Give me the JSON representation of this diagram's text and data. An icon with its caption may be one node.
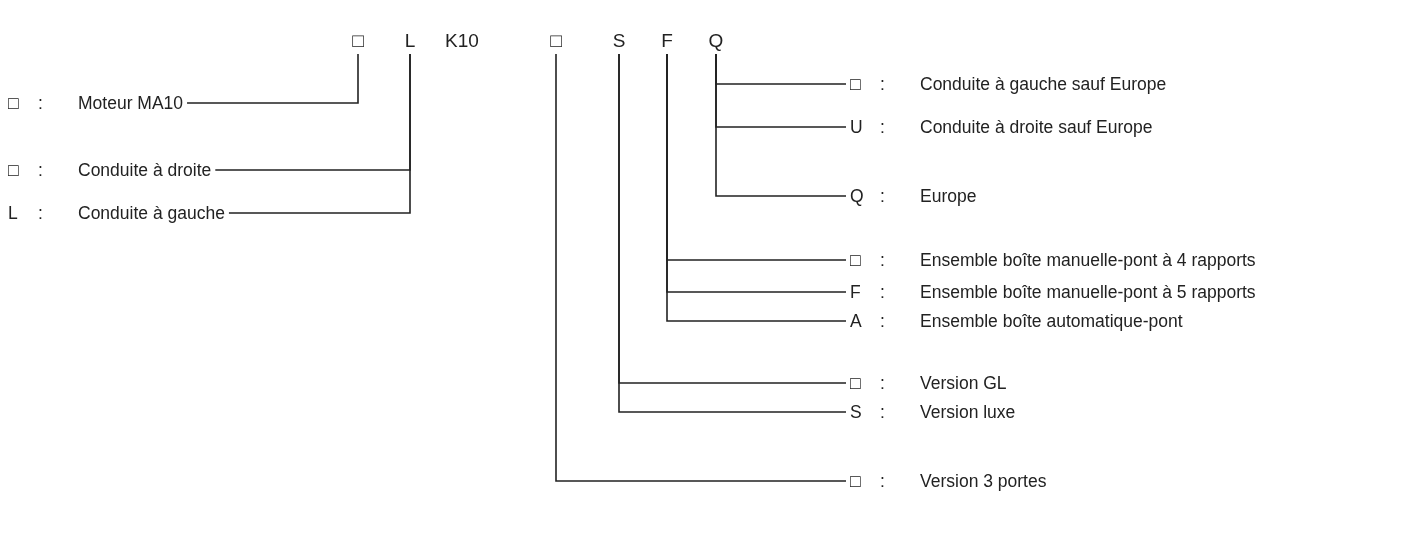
{
  "diagram": {
    "nodes": [
      {
        "text": [
          "□"
        ]
      },
      {
        "text": [
          "L"
        ]
      },
      {
        "text": [
          "K10"
        ]
      },
      {
        "text": [
          "□"
        ]
      },
      {
        "text": [
          "S"
        ]
      },
      {
        "text": [
          "F"
        ]
      },
      {
        "text": [
          "Q"
        ]
      },
      {
        "text": [
          "□",
          ":",
          "Moteur MA10"
        ]
      },
      {
        "text": [
          "□",
          ":",
          "Conduite à droite"
        ]
      },
      {
        "text": [
          "L",
          ":",
          "Conduite à gauche"
        ]
      },
      {
        "text": [
          "□",
          ":",
          "Conduite à gauche sauf Europe"
        ]
      },
      {
        "text": [
          "U",
          ":",
          "Conduite à droite sauf Europe"
        ]
      },
      {
        "text": [
          "Q",
          ":",
          "Europe"
        ]
      },
      {
        "text": [
          "□",
          ":",
          "Ensemble boîte manuelle-pont à 4 rapports"
        ]
      },
      {
        "text": [
          "F",
          ":",
          "Ensemble boîte manuelle-pont à 5 rapports"
        ]
      },
      {
        "text": [
          "A",
          ":",
          "Ensemble boîte automatique-pont"
        ]
      },
      {
        "text": [
          "□",
          ":",
          "Version GL"
        ]
      },
      {
        "text": [
          "S",
          ":",
          "Version luxe"
        ]
      },
      {
        "text": [
          "□",
          ":",
          "Version 3 portes"
        ]
      }
    ],
    "edges": [
      {
        "from": 0,
        "to": 7,
        "arrow": "none"
      },
      {
        "from": 1,
        "to": 8,
        "arrow": "none"
      },
      {
        "from": 1,
        "to": 9,
        "arrow": "none"
      },
      {
        "from": 6,
        "to": 10,
        "arrow": "none"
      },
      {
        "from": 6,
        "to": 11,
        "arrow": "none"
      },
      {
        "from": 6,
        "to": 12,
        "arrow": "none"
      },
      {
        "from": 5,
        "to": 13,
        "arrow": "none"
      },
      {
        "from": 5,
        "to": 14,
        "arrow": "none"
      },
      {
        "from": 5,
        "to": 15,
        "arrow": "none"
      },
      {
        "from": 4,
        "to": 16,
        "arrow": "none"
      },
      {
        "from": 4,
        "to": 17,
        "arrow": "none"
      },
      {
        "from": 3,
        "to": 18,
        "arrow": "none"
      }
    ]
  }
}
